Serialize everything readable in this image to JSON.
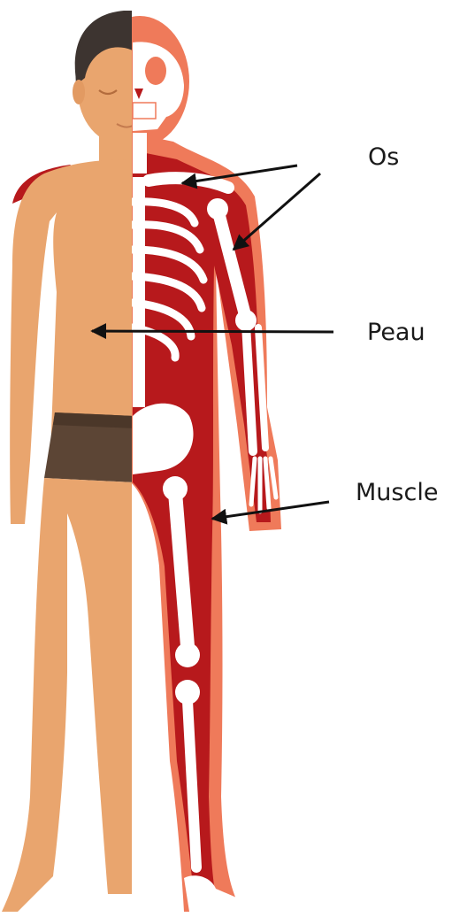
{
  "labels": {
    "bone": "Os",
    "skin": "Peau",
    "muscle": "Muscle"
  },
  "colors": {
    "skin": "#e9a56e",
    "hair": "#3d3430",
    "underwear": "#5c4535",
    "underwear_band": "#4b3729",
    "muscle_light": "#ef7a5a",
    "muscle_dark": "#b7191c",
    "bone": "#ffffff",
    "arrow": "#111111"
  }
}
